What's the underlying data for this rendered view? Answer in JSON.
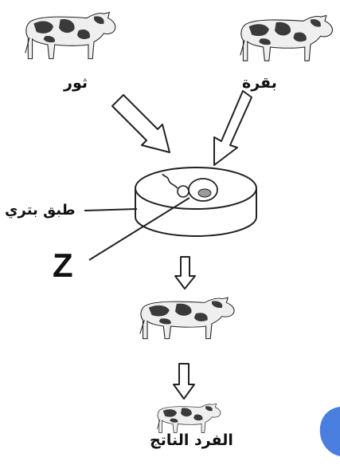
{
  "labels": {
    "bull": "ثور",
    "cow": "بقرة",
    "petri_dish": "طبق بتري",
    "z": "Z",
    "offspring": "الفرد الناتج"
  },
  "colors": {
    "ink": "#111111",
    "hide_white": "#efefef",
    "hide_dark": "#3a3a3a",
    "corner_blob": "#4a7fe0"
  }
}
